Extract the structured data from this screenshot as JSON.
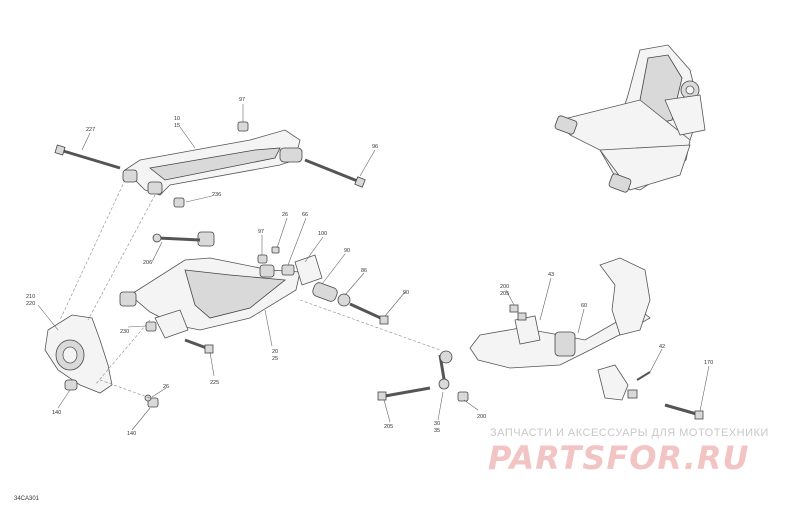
{
  "diagram": {
    "code": "34CA301",
    "labels": {
      "l227": "227",
      "l97a": "97",
      "l10": "10",
      "l15": "15",
      "l96": "96",
      "l236": "236",
      "l206": "206",
      "l97b": "97",
      "l26a": "26",
      "l66": "66",
      "l100": "100",
      "l90a": "90",
      "l86": "86",
      "l90b": "90",
      "l210": "210",
      "l220": "220",
      "l230": "230",
      "l20": "20",
      "l25": "25",
      "l225": "225",
      "l26b": "26",
      "l140a": "140",
      "l140b": "140",
      "l200a": "200",
      "l205a": "205",
      "l43": "43",
      "l60": "60",
      "l42": "42",
      "l170": "170",
      "l205b": "205",
      "l30": "30",
      "l35": "35",
      "l200b": "200"
    }
  },
  "watermark": {
    "tagline": "ЗАПЧАСТИ И АКСЕССУАРЫ ДЛЯ МОТОТЕХНИКИ",
    "logo": "PARTSFOR.RU"
  }
}
